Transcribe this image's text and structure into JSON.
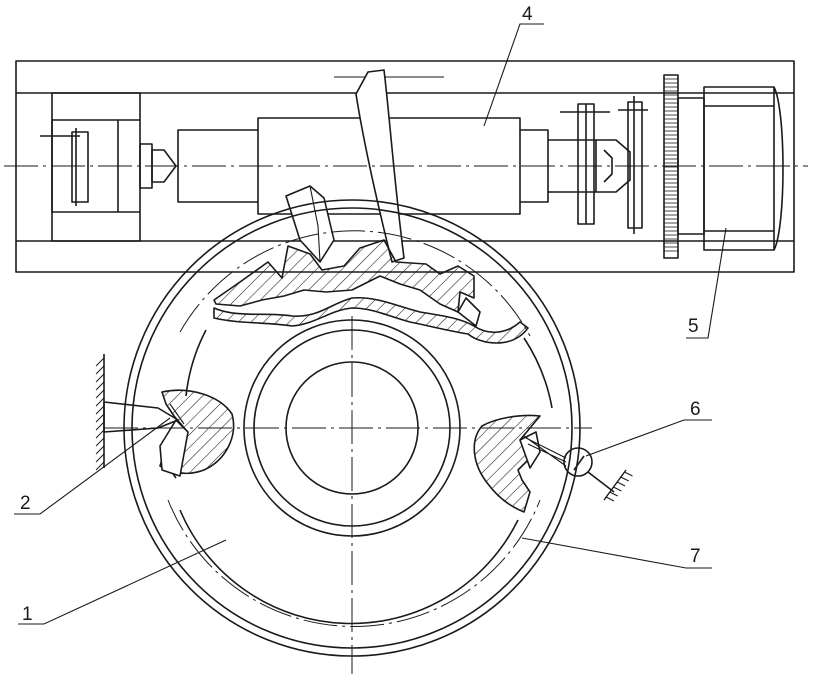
{
  "labels": {
    "l1": "1",
    "l2": "2",
    "l4": "4",
    "l5": "5",
    "l6": "6",
    "l7": "7"
  }
}
